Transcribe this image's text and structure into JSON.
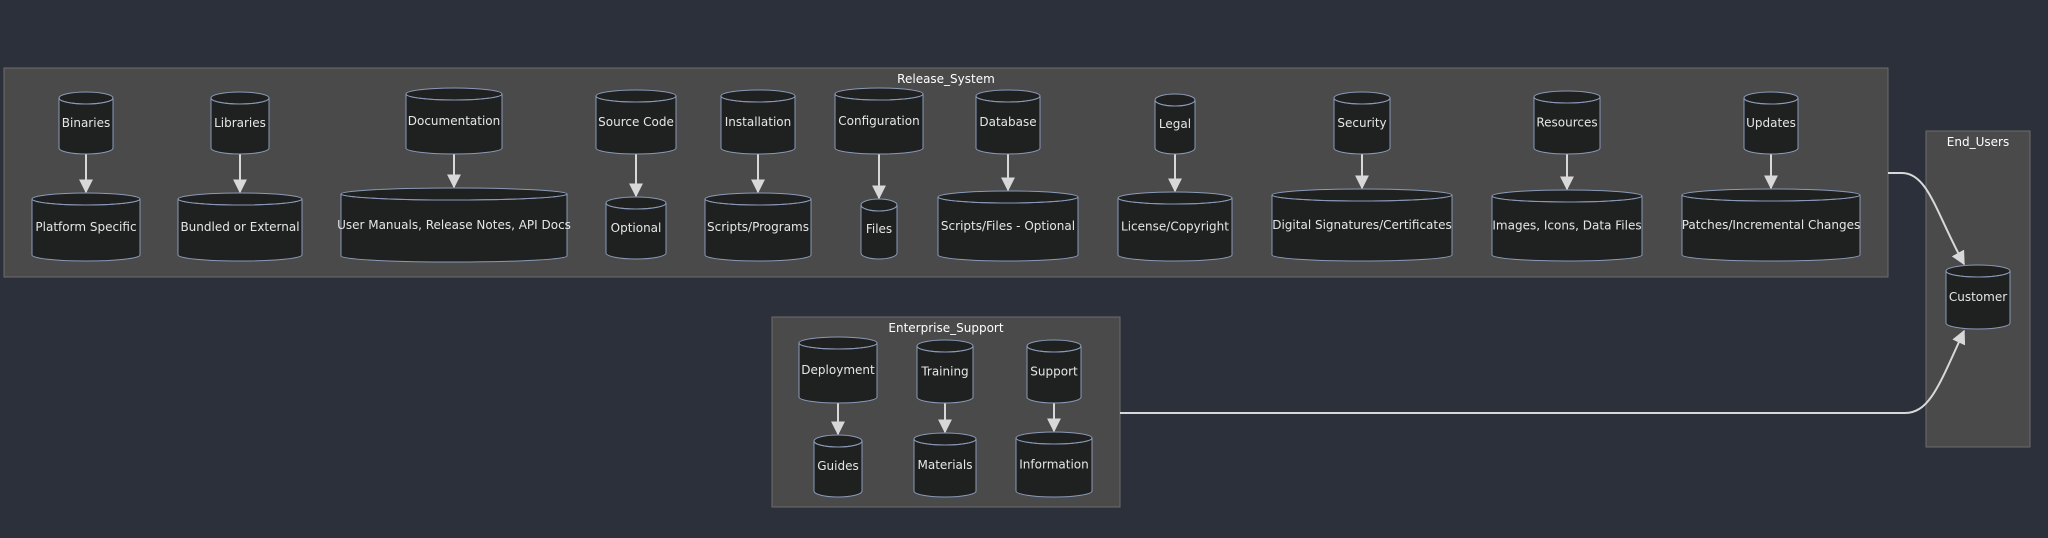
{
  "clusters": [
    {
      "id": "release",
      "title": "Release_System"
    },
    {
      "id": "enterprise",
      "title": "Enterprise_Support"
    },
    {
      "id": "endusers",
      "title": "End_Users"
    }
  ],
  "nodes": [
    {
      "id": "binaries",
      "label": "Binaries"
    },
    {
      "id": "platform",
      "label": "Platform Specific"
    },
    {
      "id": "libraries",
      "label": "Libraries"
    },
    {
      "id": "bundled",
      "label": "Bundled or External"
    },
    {
      "id": "documentation",
      "label": "Documentation"
    },
    {
      "id": "manuals",
      "label": "User Manuals, Release Notes, API Docs"
    },
    {
      "id": "sourcecode",
      "label": "Source Code"
    },
    {
      "id": "optional",
      "label": "Optional"
    },
    {
      "id": "installation",
      "label": "Installation"
    },
    {
      "id": "scripts",
      "label": "Scripts/Programs"
    },
    {
      "id": "configuration",
      "label": "Configuration"
    },
    {
      "id": "files",
      "label": "Files"
    },
    {
      "id": "database",
      "label": "Database"
    },
    {
      "id": "scriptsfiles",
      "label": "Scripts/Files - Optional"
    },
    {
      "id": "legal",
      "label": "Legal"
    },
    {
      "id": "license",
      "label": "License/Copyright"
    },
    {
      "id": "security",
      "label": "Security"
    },
    {
      "id": "signatures",
      "label": "Digital Signatures/Certificates"
    },
    {
      "id": "resources",
      "label": "Resources"
    },
    {
      "id": "images",
      "label": "Images, Icons, Data Files"
    },
    {
      "id": "updates",
      "label": "Updates"
    },
    {
      "id": "patches",
      "label": "Patches/Incremental Changes"
    },
    {
      "id": "deployment",
      "label": "Deployment"
    },
    {
      "id": "guides",
      "label": "Guides"
    },
    {
      "id": "training",
      "label": "Training"
    },
    {
      "id": "materials",
      "label": "Materials"
    },
    {
      "id": "support",
      "label": "Support"
    },
    {
      "id": "information",
      "label": "Information"
    },
    {
      "id": "customer",
      "label": "Customer"
    }
  ],
  "edges": [
    {
      "from": "binaries",
      "to": "platform"
    },
    {
      "from": "libraries",
      "to": "bundled"
    },
    {
      "from": "documentation",
      "to": "manuals"
    },
    {
      "from": "sourcecode",
      "to": "optional"
    },
    {
      "from": "installation",
      "to": "scripts"
    },
    {
      "from": "configuration",
      "to": "files"
    },
    {
      "from": "database",
      "to": "scriptsfiles"
    },
    {
      "from": "legal",
      "to": "license"
    },
    {
      "from": "security",
      "to": "signatures"
    },
    {
      "from": "resources",
      "to": "images"
    },
    {
      "from": "updates",
      "to": "patches"
    },
    {
      "from": "deployment",
      "to": "guides"
    },
    {
      "from": "training",
      "to": "materials"
    },
    {
      "from": "support",
      "to": "information"
    },
    {
      "from": "Release_System",
      "to": "customer"
    },
    {
      "from": "Enterprise_Support",
      "to": "customer"
    }
  ]
}
